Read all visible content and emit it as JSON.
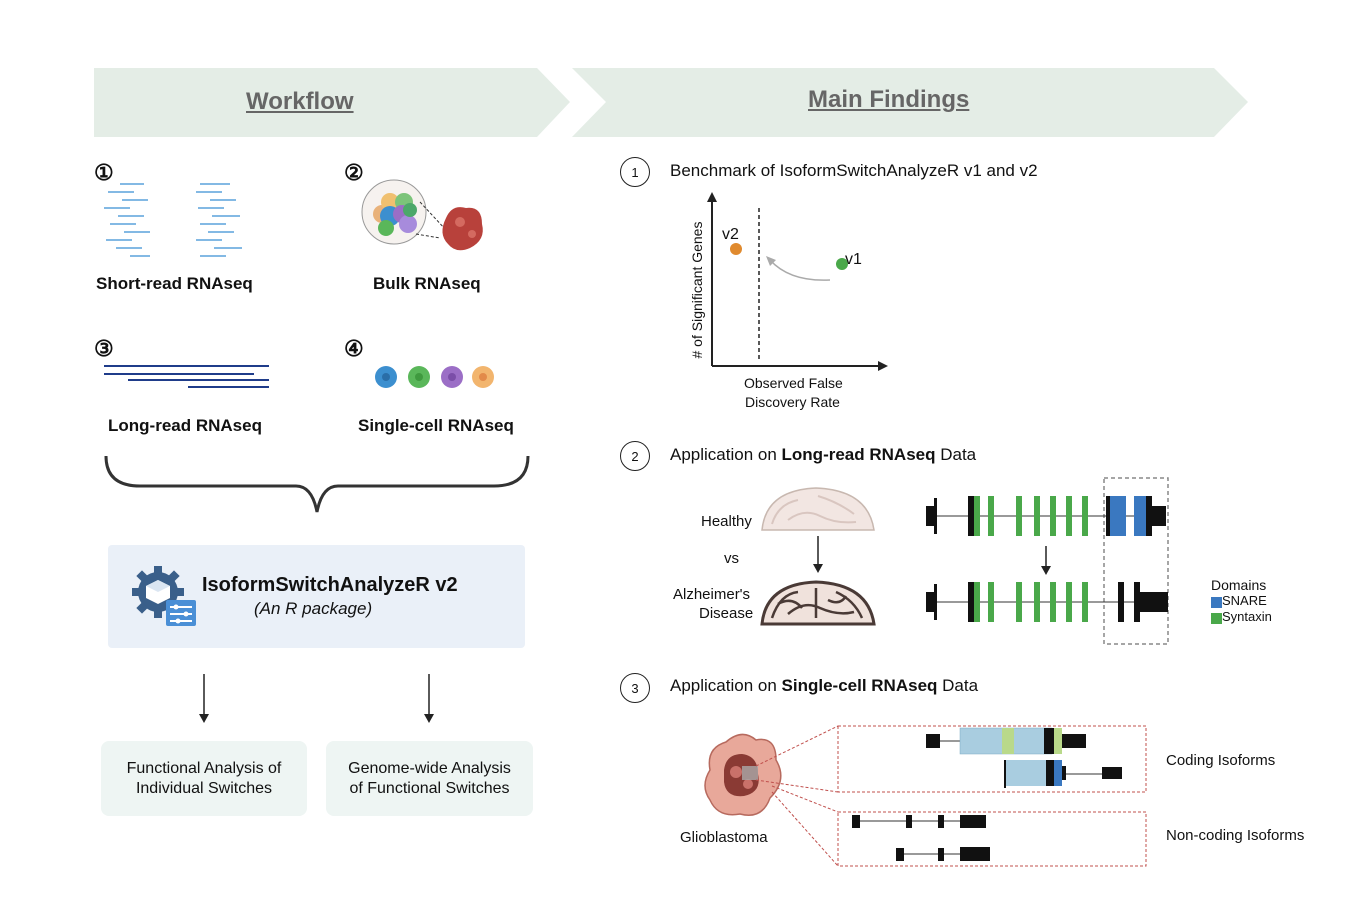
{
  "workflow": {
    "banner_title": "Workflow",
    "steps": [
      {
        "num": "①",
        "label": "Short-read RNAseq"
      },
      {
        "num": "②",
        "label": "Bulk RNAseq"
      },
      {
        "num": "③",
        "label": "Long-read RNAseq"
      },
      {
        "num": "④",
        "label": "Single-cell RNAseq"
      }
    ],
    "package": {
      "name": "IsoformSwitchAnalyzeR v2",
      "subtitle": "(An R package)"
    },
    "outputs": [
      {
        "line1": "Functional Analysis of",
        "line2": "Individual Switches"
      },
      {
        "line1": "Genome-wide Analysis",
        "line2": "of Functional Switches"
      }
    ]
  },
  "findings": {
    "banner_title": "Main Findings",
    "items": [
      {
        "num": "1",
        "title": "Benchmark of IsoformSwitchAnalyzeR v1 and v2"
      },
      {
        "num": "2",
        "title_prefix": "Application on ",
        "title_bold": "Long-read RNAseq",
        "title_suffix": " Data"
      },
      {
        "num": "3",
        "title_prefix": "Application on ",
        "title_bold": "Single-cell RNAseq",
        "title_suffix": " Data"
      }
    ],
    "benchmark": {
      "y_label": "# of Significant Genes",
      "x_label_line1": "Observed False",
      "x_label_line2": "Discovery Rate",
      "point_v1": "v1",
      "point_v2": "v2",
      "color_v1": "#4aa84a",
      "color_v2": "#e08a2e"
    },
    "longread": {
      "healthy": "Healthy",
      "vs": "vs",
      "disease_line1": "Alzheimer's",
      "disease_line2": "Disease",
      "domains_title": "Domains",
      "domain_snare": "SNARE",
      "domain_syntaxin": "Syntaxin",
      "color_snare": "#3a78c0",
      "color_syntaxin": "#4aa84a"
    },
    "singlecell": {
      "tissue": "Glioblastoma",
      "coding": "Coding Isoforms",
      "noncoding": "Non-coding Isoforms"
    }
  }
}
